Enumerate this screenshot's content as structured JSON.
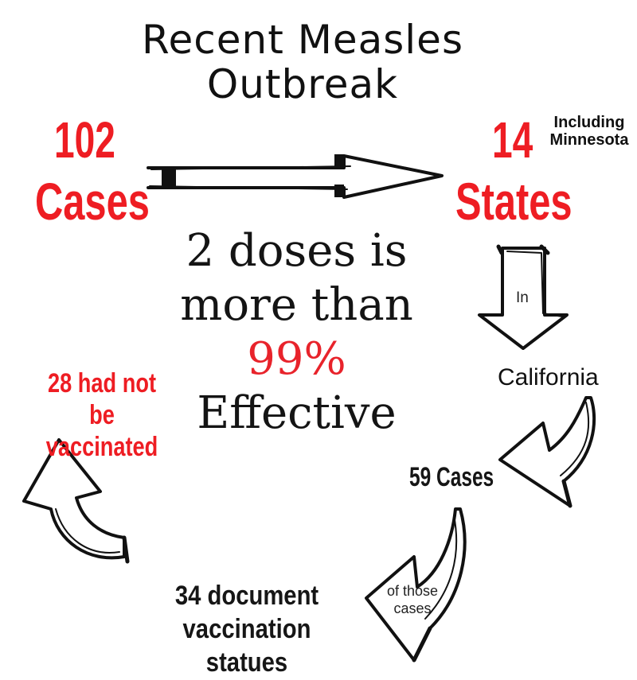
{
  "title": {
    "line1": "Recent Measles",
    "line2": "Outbreak"
  },
  "left_stat": {
    "number": "102",
    "label": "Cases"
  },
  "right_stat": {
    "number": "14",
    "label": "States",
    "note_line1": "Including",
    "note_line2": "Minnesota"
  },
  "center_message": {
    "line1": "2 doses is",
    "line2": "more than",
    "highlight": "99%",
    "line3": "Effective"
  },
  "flow": {
    "in_label": "In",
    "california": "California",
    "cases_59": "59 Cases",
    "of_those_line1": "of those",
    "of_those_line2": "cases",
    "documented_line1": "34 document vaccination",
    "documented_line2": "statues",
    "not_vaccinated_line1": "28 had not be",
    "not_vaccinated_line2": "vaccinated"
  },
  "colors": {
    "accent_red": "#ee1d23",
    "text_dark": "#161616",
    "arrow_stroke": "#111111"
  },
  "icons": [
    "right-arrow-icon",
    "down-arrow-icon",
    "curved-arrow-icon",
    "curved-arrow-icon",
    "curved-up-arrow-icon"
  ]
}
